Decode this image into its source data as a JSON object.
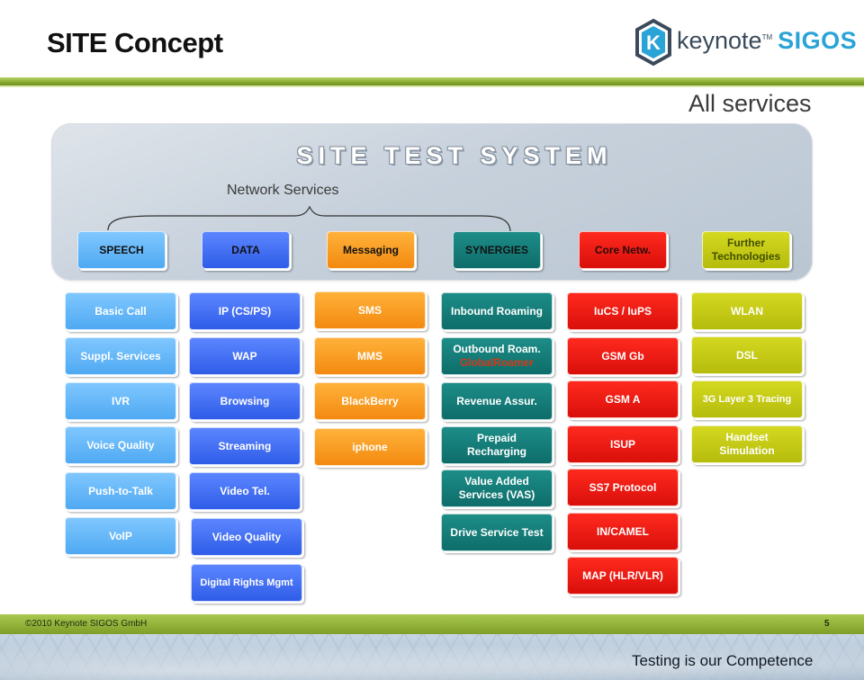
{
  "header": {
    "title": "SITE Concept",
    "logo_main": "keynote",
    "logo_tm": "TM",
    "logo_brand": "SIGOS",
    "logo_k": "K"
  },
  "subtitle": "All services",
  "system": {
    "title": "SITE TEST SYSTEM",
    "network_label": "Network Services"
  },
  "categories": {
    "speech": "SPEECH",
    "data": "DATA",
    "messaging": "Messaging",
    "synergies": "SYNERGIES",
    "core": "Core Netw.",
    "further_1": "Further",
    "further_2": "Technologies"
  },
  "columns": {
    "speech": [
      "Basic Call",
      "Suppl. Services",
      "IVR",
      "Voice Quality",
      "Push-to-Talk",
      "VoIP"
    ],
    "data": [
      "IP (CS/PS)",
      "WAP",
      "Browsing",
      "Streaming",
      "Video Tel.",
      "Video Quality",
      "Digital Rights Mgmt"
    ],
    "messaging": [
      "SMS",
      "MMS",
      "BlackBerry",
      "iphone"
    ],
    "synergies": {
      "inbound": "Inbound Roaming",
      "outbound_1": "Outbound Roam.",
      "outbound_2": "GlobalRoamer",
      "revenue": "Revenue Assur.",
      "prepaid_1": "Prepaid",
      "prepaid_2": "Recharging",
      "vas_1": "Value Added",
      "vas_2": "Services (VAS)",
      "drive": "Drive Service Test"
    },
    "core": [
      "IuCS / IuPS",
      "GSM Gb",
      "GSM A",
      "ISUP",
      "SS7 Protocol",
      "IN/CAMEL",
      "MAP (HLR/VLR)"
    ],
    "further": {
      "wlan": "WLAN",
      "dsl": "DSL",
      "tracing": "3G Layer 3 Tracing",
      "handset_1": "Handset",
      "handset_2": "Simulation"
    }
  },
  "footer": {
    "copyright": "©2010 Keynote SIGOS GmbH",
    "page": "5",
    "tagline": "Testing is our Competence"
  },
  "colors": {
    "speech": "#5fb5f8",
    "data": "#3f6cf2",
    "messaging": "#f79a22",
    "synergies": "#137c78",
    "core": "#ee1c14",
    "further": "#c5ca16",
    "accent_green": "#8fb034"
  }
}
